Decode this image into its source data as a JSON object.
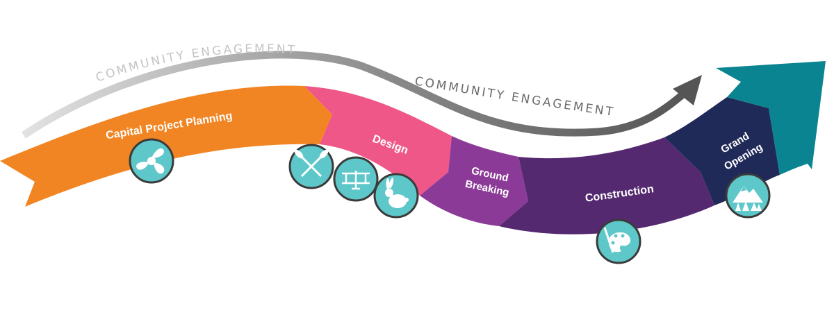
{
  "engagement": {
    "upper_label": "COMMUNITY ENGAGEMENT",
    "lower_label": "COMMUNITY ENGAGEMENT"
  },
  "stages": [
    {
      "label": "Capital Project Planning",
      "color": "#f28523"
    },
    {
      "label": "Design",
      "color": "#ee5787"
    },
    {
      "label_line1": "Ground",
      "label_line2": "Breaking",
      "color": "#8c3a97"
    },
    {
      "label": "Construction",
      "color": "#542970"
    },
    {
      "label_line1": "Grand",
      "label_line2": "Opening",
      "color": "#1f2a58"
    }
  ],
  "final_arrow_color": "#0b8491",
  "colors": {
    "engagement_light": "#d0d0d0",
    "engagement_dark": "#606060",
    "badge_fill": "#5ec7c9",
    "badge_ring": "#3a3a3a"
  },
  "icons": [
    "propeller-icon",
    "paddles-icon",
    "biplane-icon",
    "rabbit-icon",
    "palette-icon",
    "mountain-icon"
  ]
}
